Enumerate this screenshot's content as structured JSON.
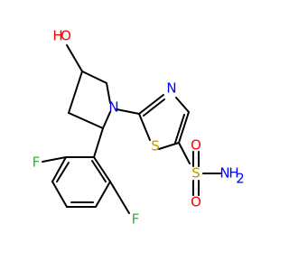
{
  "molecule": {
    "colors": {
      "bond": "#000000",
      "oxygen": "#ff0000",
      "nitrogen": "#0000ff",
      "sulfur": "#b3a100",
      "fluorine": "#32b232"
    },
    "labels": {
      "hydroxyl_H": "H",
      "hydroxyl_O": "O",
      "pyrrolidine_N": "N",
      "thiazole_N": "N",
      "thiazole_S": "S",
      "sulfonyl_S": "S",
      "sulfonyl_O_top": "O",
      "sulfonyl_O_bottom": "O",
      "amide_N": "N",
      "amide_H": "H",
      "amide_H2": "2",
      "fluorine_top": "F",
      "fluorine_bottom": "F"
    }
  }
}
